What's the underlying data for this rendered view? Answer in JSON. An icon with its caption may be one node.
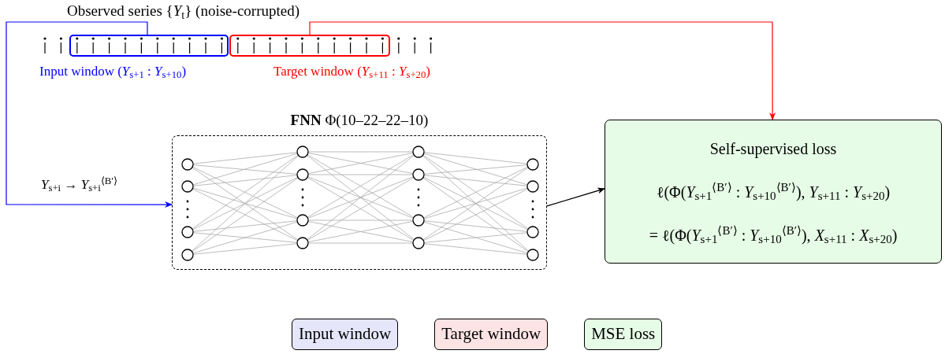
{
  "diagram": {
    "nodes": [
      {
        "text": [],
        "shape": "box",
        "beside": [
          "Input window (*Y*$_{s+1}$ : *Y*$_{s+10}$)"
        ]
      },
      {
        "text": [],
        "shape": "box",
        "beside": [
          "Target window (*Y*$_{s+11}$ : *Y*$_{s+20}$)"
        ]
      },
      {
        "text": [
          "**FNN** Φ(10–22–22–10)"
        ]
      },
      {
        "text": [
          "Self-supervised loss",
          "ℓ(Φ(*Y*$_{s+1}$$^{⟨B′⟩}$ : *Y*$_{s+10}$$^{⟨B′⟩}$), *Y*$_{s+11}$ : *Y*$_{s+20}$)",
          "= ℓ(Φ(*Y*$_{s+1}$$^{⟨B′⟩}$ : *Y*$_{s+10}$$^{⟨B′⟩}$), *X*$_{s+11}$ : *X*$_{s+20}$)"
        ]
      }
    ],
    "edges": [
      {
        "from": 0,
        "to": 2,
        "arrow": "to",
        "label": "*Y*$_{s+i}$ → *Y*$_{s+i}$$^{⟨B′⟩}$",
        "color": "#0000ff"
      },
      {
        "from": 1,
        "to": 3,
        "arrow": "to",
        "color": "#ff0000"
      },
      {
        "from": 2,
        "to": 3,
        "arrow": "to",
        "color": "#000000"
      }
    ],
    "labels": [
      "Observed series {*Y*$_{t}$} (noise-corrupted)"
    ],
    "legend": [
      {
        "text": "Input window",
        "color": "#e6e6fb"
      },
      {
        "text": "Target window",
        "color": "#fde4e4"
      },
      {
        "text": "MSE loss",
        "color": "#e6fce6"
      }
    ]
  }
}
